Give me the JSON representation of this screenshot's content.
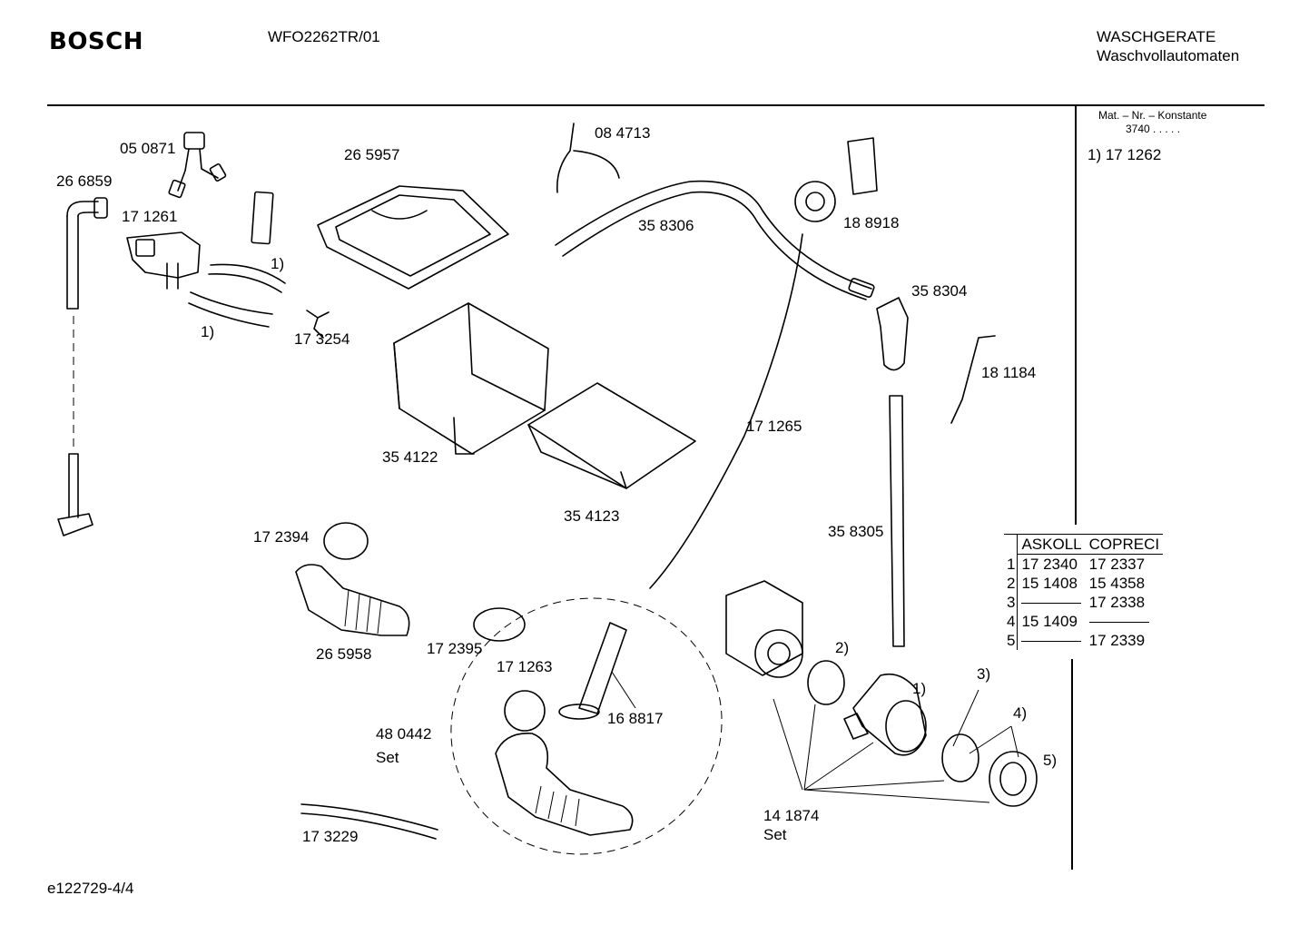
{
  "header": {
    "brand": "BOSCH",
    "model": "WFO2262TR/01",
    "category": "WASCHGERATE",
    "subcategory": "Waschvollautomaten"
  },
  "sidebar": {
    "mat_heading": "Mat. – Nr. – Konstante",
    "mat_value": "3740  .  .  .  .  .",
    "note": "1)  17 1262"
  },
  "labels": {
    "p050871": "05 0871",
    "p266859": "26 6859",
    "p171261": "17 1261",
    "p265957": "26 5957",
    "p084713": "08 4713",
    "p358306": "35 8306",
    "p188918": "18 8918",
    "p358304": "35 8304",
    "p181184": "18 1184",
    "p173254": "17 3254",
    "fn1a": "1)",
    "fn1b": "1)",
    "p354122": "35 4122",
    "p354123": "35 4123",
    "p171265": "17 1265",
    "p358305": "35 8305",
    "p172394": "17 2394",
    "p265958": "26 5958",
    "p172395": "17 2395",
    "p171263": "17 1263",
    "p168817": "16 8817",
    "p480442": "48 0442",
    "set1": "Set",
    "p173229": "17 3229",
    "p141874": "14 1874",
    "set2": "Set",
    "fn2": "2)",
    "fn1c": "1)",
    "fn3": "3)",
    "fn4": "4)",
    "fn5": "5)"
  },
  "variant_table": {
    "headers": [
      "ASKOLL",
      "COPRECI"
    ],
    "rows": [
      {
        "idx": "1",
        "askoll": "17 2340",
        "copreci": "17 2337"
      },
      {
        "idx": "2",
        "askoll": "15 1408",
        "copreci": "15 4358"
      },
      {
        "idx": "3",
        "askoll": "",
        "copreci": "17 2338"
      },
      {
        "idx": "4",
        "askoll": "15 1409",
        "copreci": ""
      },
      {
        "idx": "5",
        "askoll": "",
        "copreci": "17 2339"
      }
    ]
  },
  "footer": {
    "code": "e122729-4/4"
  }
}
